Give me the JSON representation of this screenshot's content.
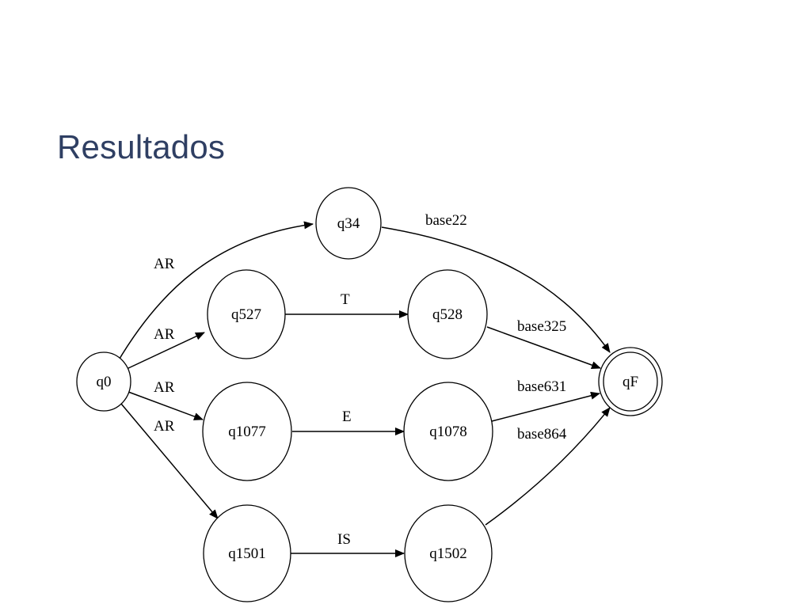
{
  "slide": {
    "title": "Resultados"
  },
  "diagram": {
    "nodes": [
      {
        "id": "q0",
        "label": "q0"
      },
      {
        "id": "q34",
        "label": "q34"
      },
      {
        "id": "q527",
        "label": "q527"
      },
      {
        "id": "q528",
        "label": "q528"
      },
      {
        "id": "q1077",
        "label": "q1077"
      },
      {
        "id": "q1078",
        "label": "q1078"
      },
      {
        "id": "q1501",
        "label": "q1501"
      },
      {
        "id": "q1502",
        "label": "q1502"
      },
      {
        "id": "qF",
        "label": "qF",
        "accepting": true
      }
    ],
    "edges": [
      {
        "from": "q0",
        "to": "q34",
        "label": "AR"
      },
      {
        "from": "q0",
        "to": "q527",
        "label": "AR"
      },
      {
        "from": "q0",
        "to": "q1077",
        "label": "AR"
      },
      {
        "from": "q0",
        "to": "q1501",
        "label": "AR"
      },
      {
        "from": "q527",
        "to": "q528",
        "label": "T"
      },
      {
        "from": "q1077",
        "to": "q1078",
        "label": "E"
      },
      {
        "from": "q1501",
        "to": "q1502",
        "label": "IS"
      },
      {
        "from": "q34",
        "to": "qF",
        "label": "base22"
      },
      {
        "from": "q528",
        "to": "qF",
        "label": "base325"
      },
      {
        "from": "q1078",
        "to": "qF",
        "label": "base631"
      },
      {
        "from": "q1502",
        "to": "qF",
        "label": "base864"
      }
    ]
  }
}
